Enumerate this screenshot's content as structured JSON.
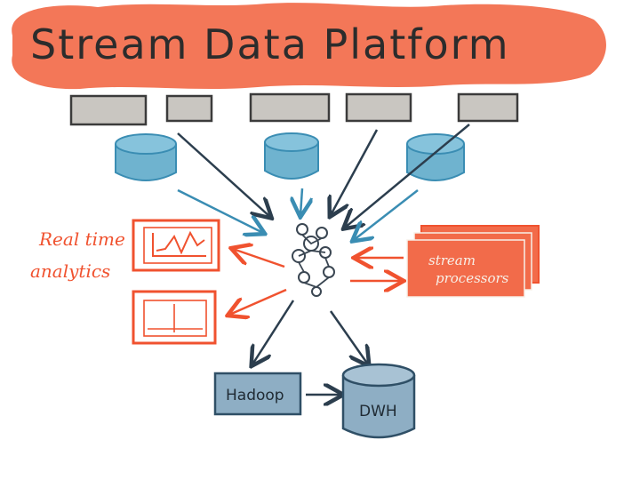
{
  "title": "Stream Data Platform",
  "labels": {
    "realtime_analytics": [
      "Real time",
      "analytics"
    ],
    "stream_processors": [
      "stream",
      "processors"
    ],
    "hadoop": "Hadoop",
    "dwh": "DWH"
  },
  "colors": {
    "title_blob": "#f26b4a",
    "orange": "#f0522f",
    "blue_cylinder": "#6fb3cf",
    "blue_stroke": "#3a8db3",
    "gray_box": "#c9c6c1",
    "steel_fill": "#8eaec4",
    "steel_stroke": "#2f4f66",
    "ink": "#2c3e4e"
  },
  "icons": [
    "hub-icon",
    "line-chart-icon",
    "dashboard-icon"
  ]
}
